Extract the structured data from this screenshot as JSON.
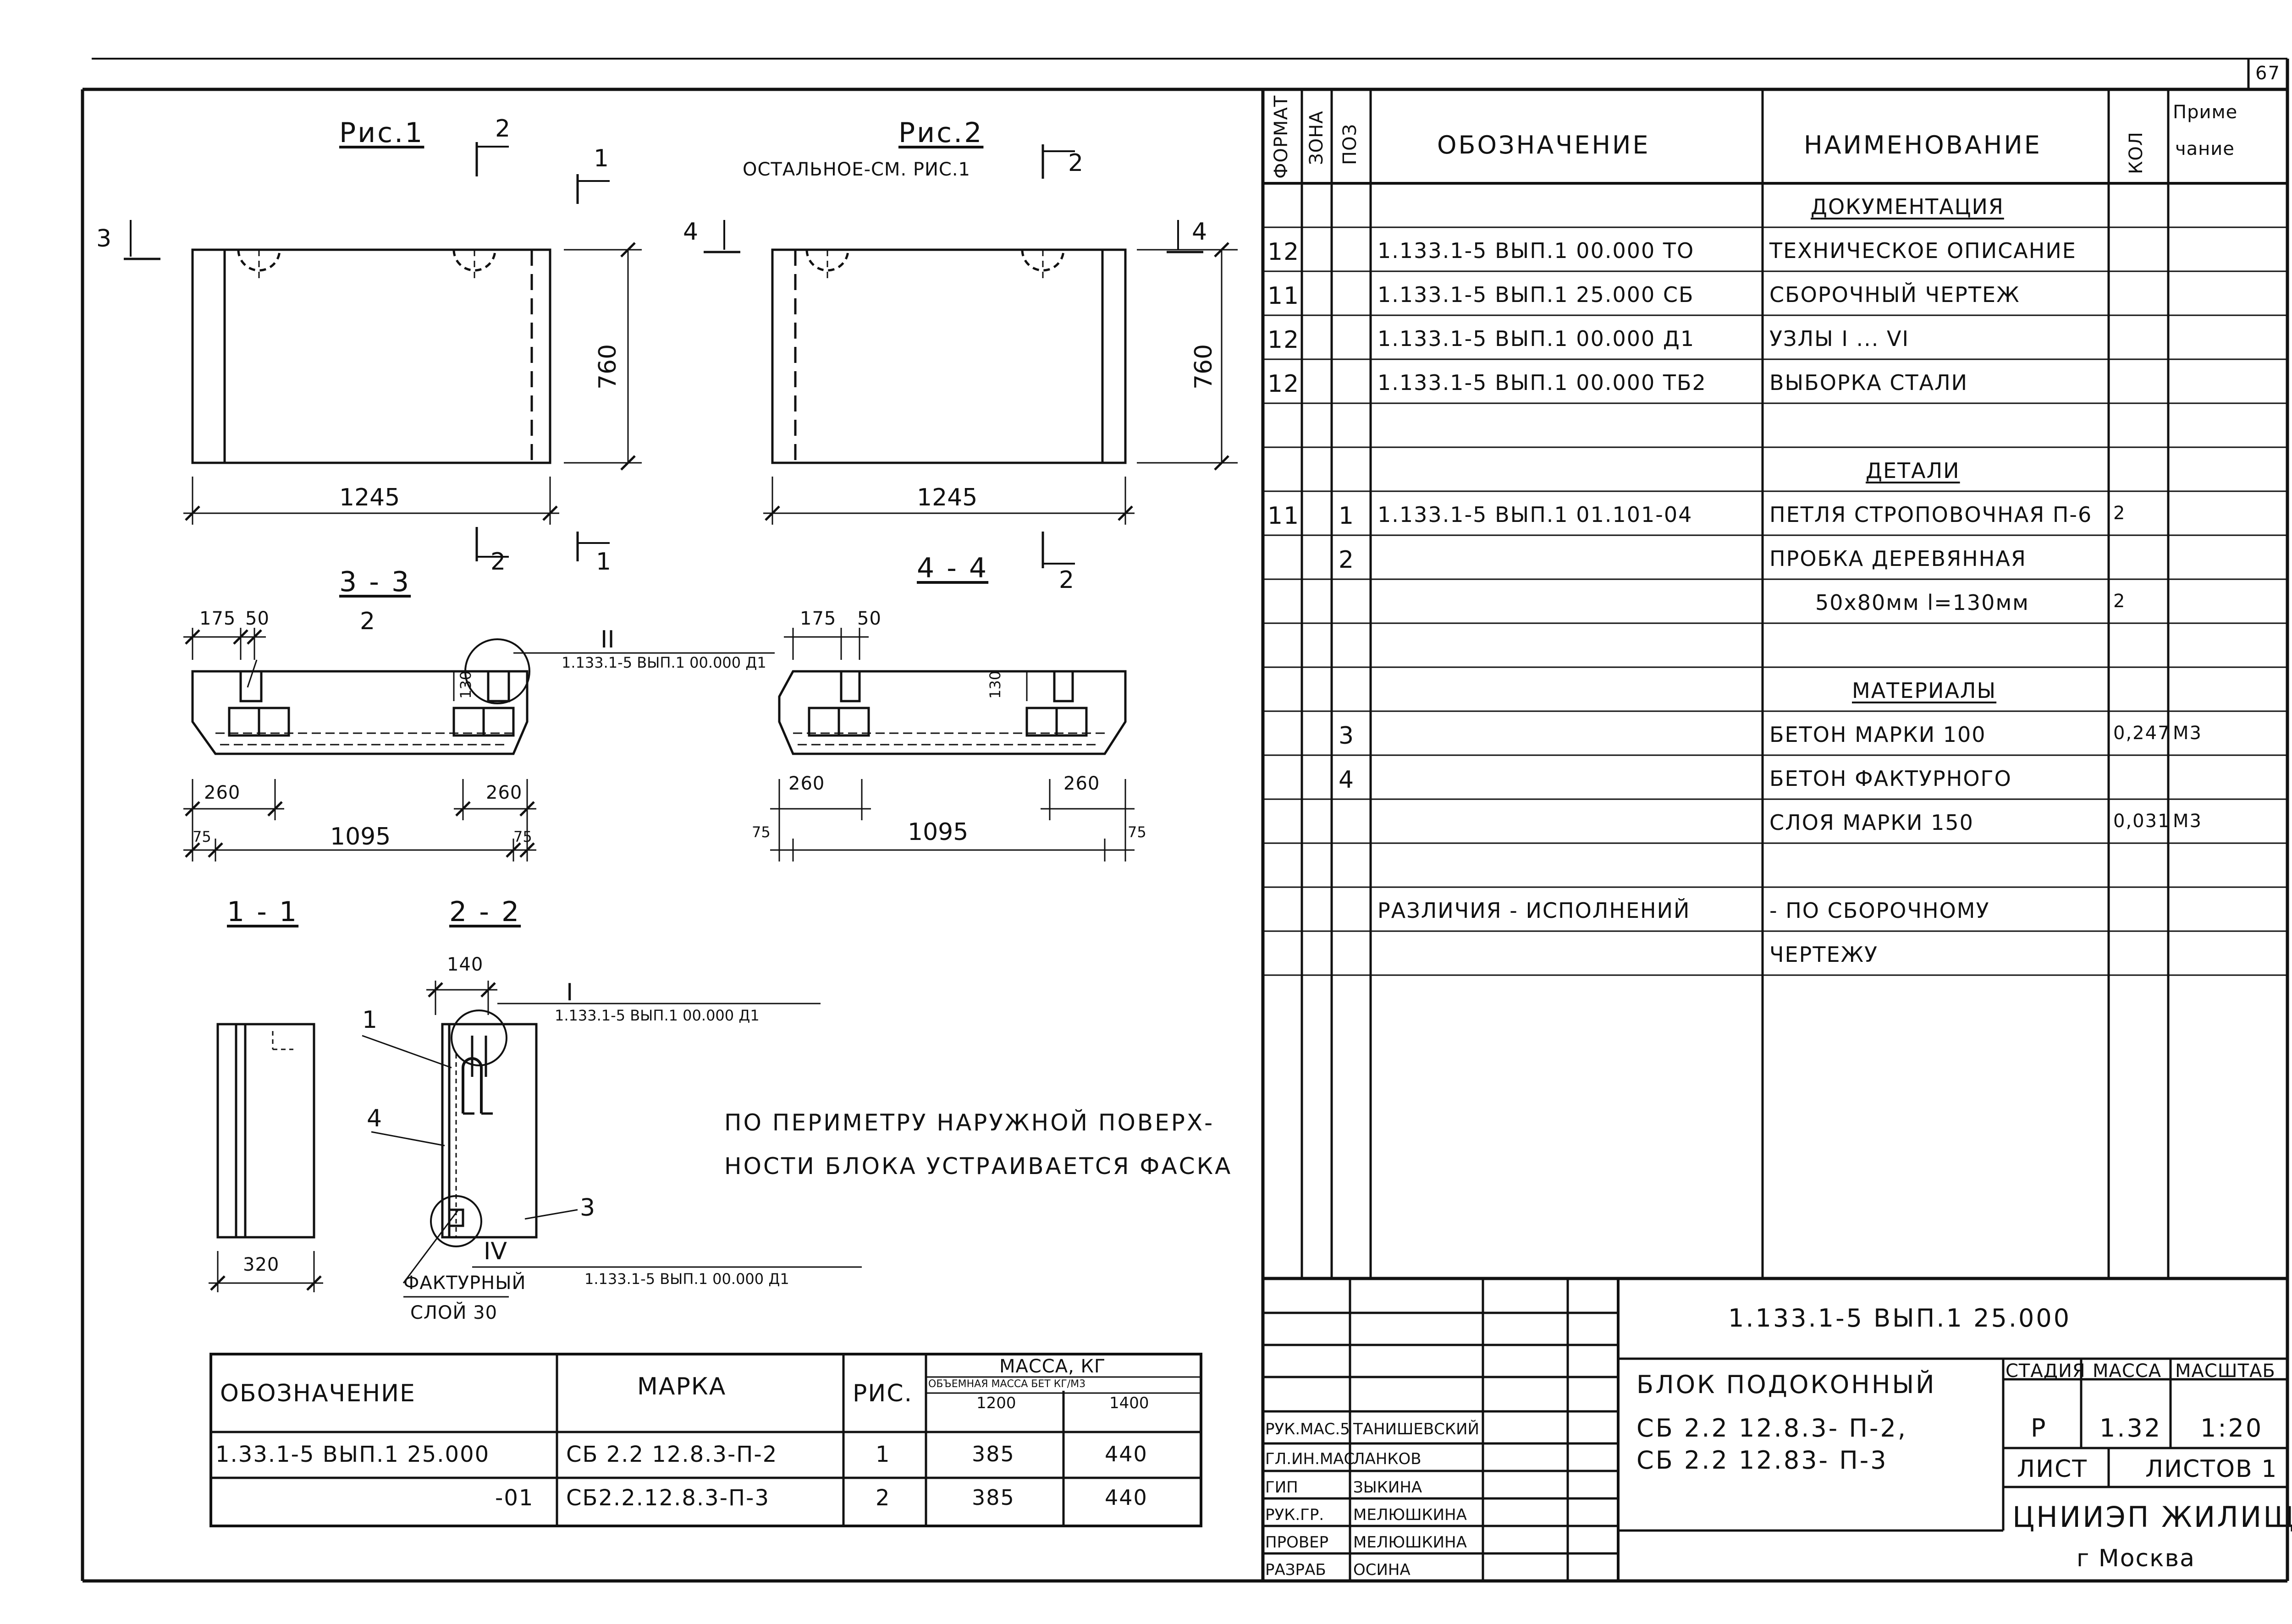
{
  "sheet": {
    "page_number": "67"
  },
  "drawing": {
    "fig1_title": "Рис.1",
    "fig2_title": "Рис.2",
    "fig2_note": "ОСТАЛЬНОЕ-СМ. РИС.1",
    "cut_labels": {
      "c1": "1",
      "c2": "2",
      "c3": "3",
      "c4": "4"
    },
    "fig1": {
      "height": "760",
      "length": "1245"
    },
    "fig2": {
      "height": "760",
      "length": "1245"
    },
    "section33": {
      "title": "3 - 3",
      "d175": "175",
      "d50": "50",
      "pos": "2",
      "node": "II",
      "ref": "1.133.1-5 ВЫП.1 00.000 Д1",
      "h130": "130",
      "d260a": "260",
      "d260b": "260",
      "d75a": "75",
      "d1095": "1095",
      "d75b": "75"
    },
    "section44": {
      "title": "4 - 4",
      "d175": "175",
      "d50": "50",
      "h130": "130",
      "d260a": "260",
      "d260b": "260",
      "d75a": "75",
      "d1095": "1095",
      "d75b": "75"
    },
    "section11": {
      "title": "1 - 1",
      "width": "320"
    },
    "section22": {
      "title": "2 - 2",
      "w140": "140",
      "node1": "I",
      "ref1": "1.133.1-5 ВЫП.1 00.000 Д1",
      "pos1": "1",
      "pos4": "4",
      "pos3": "3",
      "node4": "IV",
      "ref4": "1.133.1-5 ВЫП.1 00.000 Д1",
      "layer": "ФАКТУРНЫЙ",
      "layer2": "СЛОЙ 30"
    },
    "note_line1": "ПО ПЕРИМЕТРУ НАРУЖНОЙ ПОВЕРХ-",
    "note_line2": "НОСТИ БЛОКА УСТРАИВАЕТСЯ ФАСКА"
  },
  "mass_table": {
    "h_designation": "ОБОЗНАЧЕНИЕ",
    "h_mark": "МАРКА",
    "h_fig": "РИС.",
    "h_mass": "МАССА, КГ",
    "h_density": "ОБЪЕМНАЯ МАССА БЕТ КГ/М3",
    "h_d1": "1200",
    "h_d2": "1400",
    "rows": [
      {
        "designation": "1.33.1-5 ВЫП.1 25.000",
        "mark": "СБ 2.2 12.8.3-П-2",
        "fig": "1",
        "m1": "385",
        "m2": "440"
      },
      {
        "designation": "-01",
        "mark": "СБ2.2.12.8.3-П-3",
        "fig": "2",
        "m1": "385",
        "m2": "440"
      }
    ]
  },
  "spec": {
    "h_format": "ФОРМАТ",
    "h_zone": "ЗОНА",
    "h_pos": "ПОЗ",
    "h_designation": "ОБОЗНАЧЕНИЕ",
    "h_name": "НАИМЕНОВАНИЕ",
    "h_qty": "КОЛ",
    "h_note1": "Приме",
    "h_note2": "чание",
    "rows": [
      {
        "format": "",
        "zone": "",
        "pos": "",
        "designation": "",
        "name": "ДОКУМЕНТАЦИЯ",
        "qty": "",
        "note": ""
      },
      {
        "format": "12",
        "zone": "",
        "pos": "",
        "designation": "1.133.1-5 ВЫП.1 00.000 ТО",
        "name": "ТЕХНИЧЕСКОЕ ОПИСАНИЕ",
        "qty": "",
        "note": ""
      },
      {
        "format": "11",
        "zone": "",
        "pos": "",
        "designation": "1.133.1-5 ВЫП.1 25.000 СБ",
        "name": "СБОРОЧНЫЙ ЧЕРТЕЖ",
        "qty": "",
        "note": ""
      },
      {
        "format": "12",
        "zone": "",
        "pos": "",
        "designation": "1.133.1-5 ВЫП.1 00.000 Д1",
        "name": "УЗЛЫ I ... VI",
        "qty": "",
        "note": ""
      },
      {
        "format": "12",
        "zone": "",
        "pos": "",
        "designation": "1.133.1-5 ВЫП.1 00.000 ТБ2",
        "name": "ВЫБОРКА СТАЛИ",
        "qty": "",
        "note": ""
      },
      {
        "format": "",
        "zone": "",
        "pos": "",
        "designation": "",
        "name": "",
        "qty": "",
        "note": ""
      },
      {
        "format": "",
        "zone": "",
        "pos": "",
        "designation": "",
        "name": "ДЕТАЛИ",
        "qty": "",
        "note": ""
      },
      {
        "format": "11",
        "zone": "",
        "pos": "1",
        "designation": "1.133.1-5 ВЫП.1 01.101-04",
        "name": "ПЕТЛЯ СТРОПОВОЧНАЯ П-6",
        "qty": "2",
        "note": ""
      },
      {
        "format": "",
        "zone": "",
        "pos": "2",
        "designation": "",
        "name": "ПРОБКА ДЕРЕВЯННАЯ",
        "qty": "",
        "note": ""
      },
      {
        "format": "",
        "zone": "",
        "pos": "",
        "designation": "",
        "name": "50х80мм l=130мм",
        "qty": "2",
        "note": ""
      },
      {
        "format": "",
        "zone": "",
        "pos": "",
        "designation": "",
        "name": "",
        "qty": "",
        "note": ""
      },
      {
        "format": "",
        "zone": "",
        "pos": "",
        "designation": "",
        "name": "МАТЕРИАЛЫ",
        "qty": "",
        "note": ""
      },
      {
        "format": "",
        "zone": "",
        "pos": "3",
        "designation": "",
        "name": "БЕТОН МАРКИ 100",
        "qty": "0,247",
        "note": "М3"
      },
      {
        "format": "",
        "zone": "",
        "pos": "4",
        "designation": "",
        "name": "БЕТОН ФАКТУРНОГО",
        "qty": "",
        "note": ""
      },
      {
        "format": "",
        "zone": "",
        "pos": "",
        "designation": "",
        "name": "СЛОЯ МАРКИ 150",
        "qty": "0,031",
        "note": "М3"
      },
      {
        "format": "",
        "zone": "",
        "pos": "",
        "designation": "",
        "name": "",
        "qty": "",
        "note": ""
      },
      {
        "format": "",
        "zone": "",
        "pos": "",
        "designation": "РАЗЛИЧИЯ - ИСПОЛНЕНИЙ",
        "name": "- ПО СБОРОЧНОМУ",
        "qty": "",
        "note": ""
      },
      {
        "format": "",
        "zone": "",
        "pos": "",
        "designation": "",
        "name": "ЧЕРТЕЖУ",
        "qty": "",
        "note": ""
      }
    ]
  },
  "title_block": {
    "code": "1.133.1-5 ВЫП.1 25.000",
    "title1": "БЛОК ПОДОКОННЫЙ",
    "title2": "СБ 2.2 12.8.3- П-2,",
    "title3": "СБ 2.2 12.83- П-3",
    "h_stage": "СТАДИЯ",
    "h_mass": "МАССА",
    "h_scale": "МАСШТАБ",
    "stage": "Р",
    "mass": "1.32",
    "scale": "1:20",
    "h_sheet": "ЛИСТ",
    "h_sheets": "ЛИСТОВ 1",
    "org1": "ЦНИИЭП ЖИЛИЩА",
    "org2": "г Москва",
    "people": [
      {
        "role": "РУК.МАС.5",
        "name": "ТАНИШЕВСКИЙ"
      },
      {
        "role": "ГЛ.ИН.МАС",
        "name": "ЛАНКОВ"
      },
      {
        "role": "ГИП",
        "name": "ЗЫКИНА"
      },
      {
        "role": "РУК.ГР.",
        "name": "МЕЛЮШКИНА"
      },
      {
        "role": "ПРОВЕР",
        "name": "МЕЛЮШКИНА"
      },
      {
        "role": "РАЗРАБ",
        "name": "ОСИНА"
      }
    ]
  }
}
